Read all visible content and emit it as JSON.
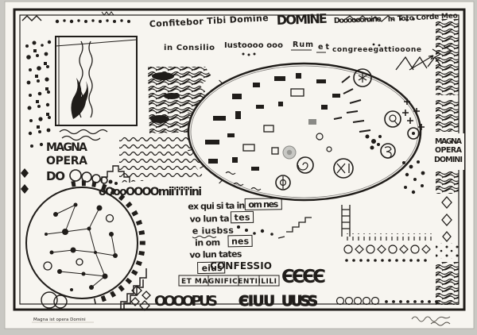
{
  "artwork": {
    "title": {
      "s1": "Confitebor Tibi Domine",
      "s2": "DOMINE",
      "s3": "Doooooomine",
      "s4": "in Toto Corde Meo"
    },
    "subtitle": {
      "s1": "in Consilio",
      "s2": "Iustoooo ooo",
      "s3": "Rum",
      "s4": "et",
      "s5": "congreeegattiooone"
    },
    "magna_left": {
      "l1": "MAGNA",
      "l2": "OPERA",
      "l3": "DO"
    },
    "band": "oOooOOOOmii'i'i'i'ini",
    "magna_right": {
      "l1": "MAGNA",
      "l2": "OPERA",
      "l3": "DOMINI"
    },
    "phrases": {
      "l1a": "ex qui si ta in",
      "l1b": "om nes",
      "l2a": "vo lun ta",
      "l2b": "tes",
      "l3": "e iusbss",
      "l4a": "in om",
      "l4b": "nes",
      "l5": "vo lun tates",
      "l6": "eius"
    },
    "confessio": {
      "c1": "CONFESSIO",
      "c2": "ET MAGNIFICENTIILILI"
    },
    "bottom": {
      "e_big": "ЄЄЄЄ",
      "opus": "OOOOPUS",
      "eiuu": "ЄIUU",
      "uuss": "UUSS"
    },
    "caption": "Magna ist opera Domini"
  },
  "colors": {
    "ink": "#201d1a",
    "paper": "#f7f5f0",
    "background": "#c9c8c3",
    "pencil": "#a39e94"
  }
}
